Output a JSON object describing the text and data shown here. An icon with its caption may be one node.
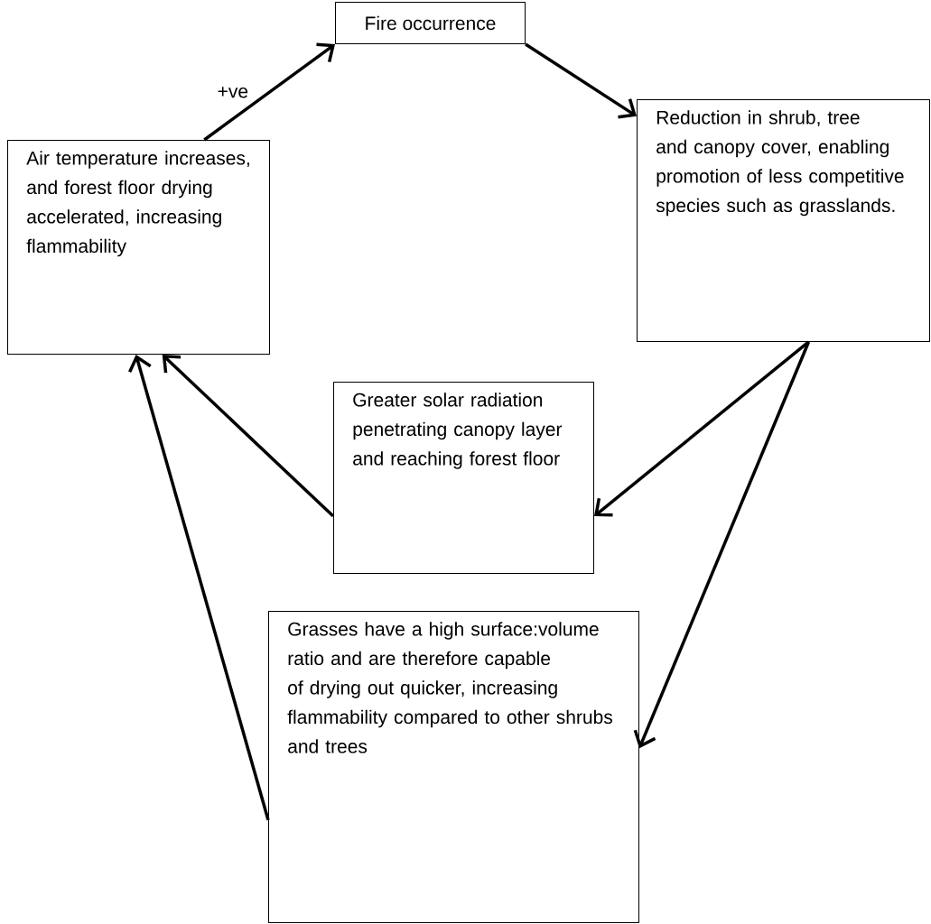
{
  "diagram": {
    "nodes": [
      {
        "text": [
          "Fire occurrence"
        ]
      },
      {
        "text": [
          "Reduction in shrub, tree and canopy cover, enabling promotion of less competitive species such as grasslands."
        ]
      },
      {
        "text": [
          "Air temperature increases, and forest floor drying accelerated, increasing flammability"
        ]
      },
      {
        "text": [
          "Greater solar radiation penetrating canopy layer and reaching forest floor"
        ]
      },
      {
        "text": [
          "Grasses have a high surface:volume ratio and are therefore capable of drying out quicker, increasing flammability compared to other shrubs and trees"
        ]
      }
    ],
    "edges": [
      {
        "from": 2,
        "to": 0,
        "arrow": "to",
        "label": "+ve"
      },
      {
        "from": 0,
        "to": 1,
        "arrow": "to"
      },
      {
        "from": 1,
        "to": 3,
        "arrow": "to"
      },
      {
        "from": 1,
        "to": 4,
        "arrow": "to"
      },
      {
        "from": 3,
        "to": 2,
        "arrow": "to"
      },
      {
        "from": 4,
        "to": 2,
        "arrow": "to"
      }
    ]
  }
}
